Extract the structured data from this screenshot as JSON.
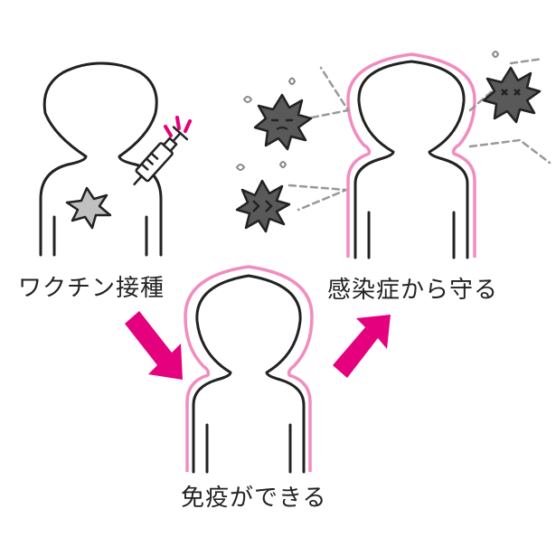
{
  "labels": {
    "vaccination": "ワクチン接種",
    "immunity": "免疫ができる",
    "protection": "感染症から守る"
  },
  "colors": {
    "accent": "#e5007e",
    "shield": "#f28cbf",
    "outline": "#222222",
    "germ_fill": "#595959",
    "injection_mark": "#c0c0c0",
    "dash_line": "#999999"
  },
  "icons": [
    "syringe-icon",
    "germ-icon",
    "injection-mark-icon",
    "arrow-icon"
  ]
}
